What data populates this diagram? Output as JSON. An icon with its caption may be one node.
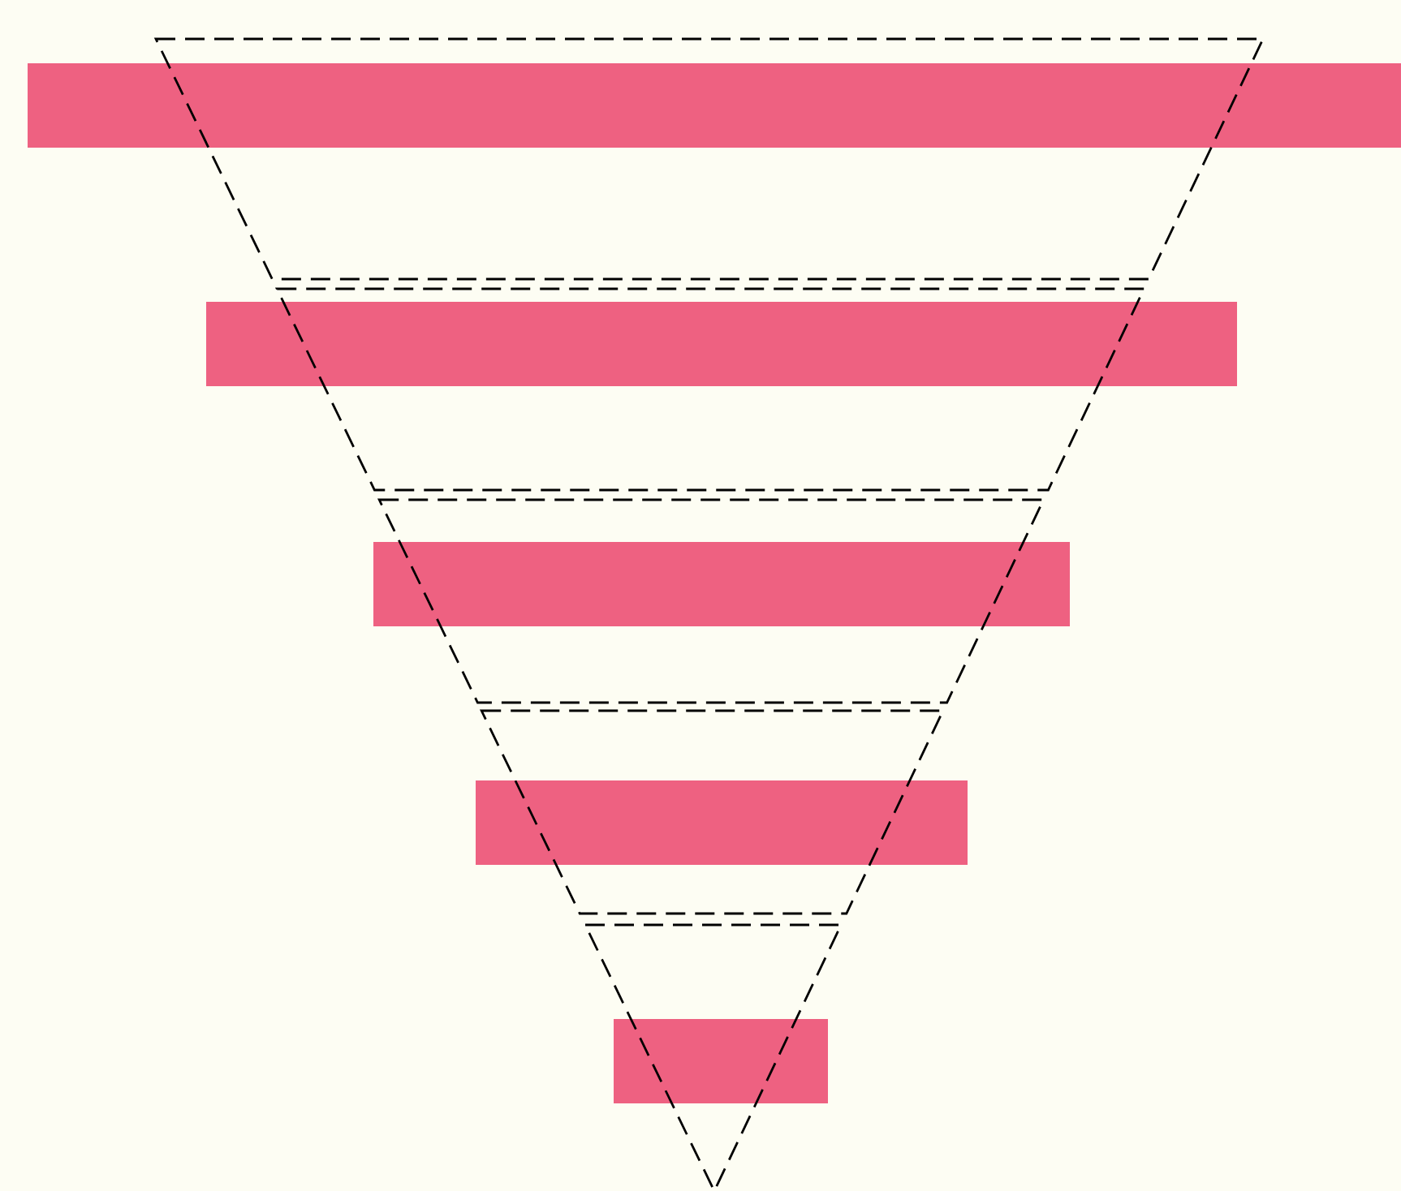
{
  "diagram": {
    "nodes": [
      {
        "text": [],
        "shape": "bar"
      },
      {
        "text": [],
        "shape": "bar"
      },
      {
        "text": [],
        "shape": "bar"
      },
      {
        "text": [],
        "shape": "bar"
      },
      {
        "text": [],
        "shape": "bar"
      }
    ]
  }
}
